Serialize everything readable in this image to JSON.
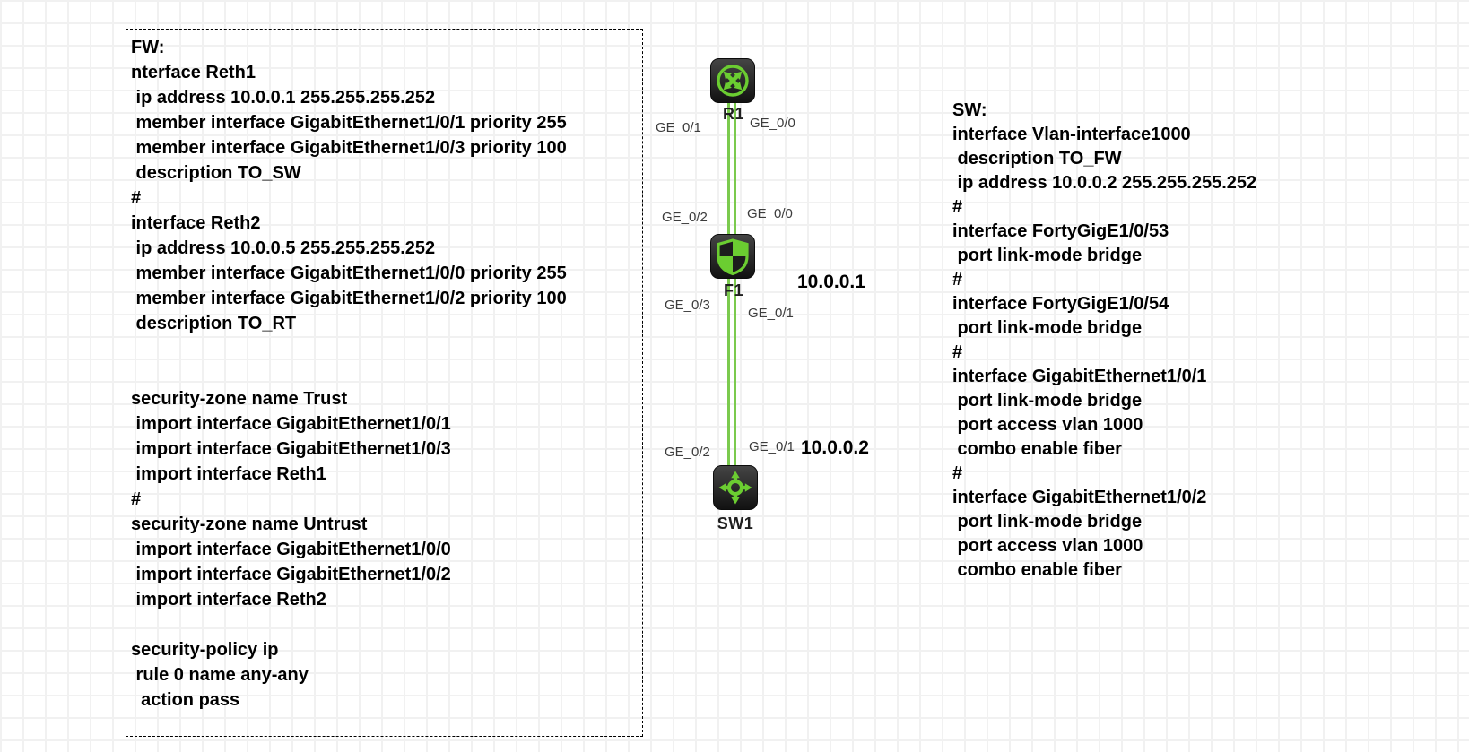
{
  "fw_config": {
    "lines": [
      "FW:",
      "nterface Reth1",
      " ip address 10.0.0.1 255.255.255.252",
      " member interface GigabitEthernet1/0/1 priority 255",
      " member interface GigabitEthernet1/0/3 priority 100",
      " description TO_SW",
      "#",
      "interface Reth2",
      " ip address 10.0.0.5 255.255.255.252",
      " member interface GigabitEthernet1/0/0 priority 255",
      " member interface GigabitEthernet1/0/2 priority 100",
      " description TO_RT",
      "",
      "",
      "security-zone name Trust",
      " import interface GigabitEthernet1/0/1",
      " import interface GigabitEthernet1/0/3",
      " import interface Reth1",
      "#",
      "security-zone name Untrust",
      " import interface GigabitEthernet1/0/0",
      " import interface GigabitEthernet1/0/2",
      " import interface Reth2",
      "",
      "security-policy ip",
      " rule 0 name any-any",
      "  action pass"
    ]
  },
  "sw_config": {
    "lines": [
      "SW:",
      "interface Vlan-interface1000",
      " description TO_FW",
      " ip address 10.0.0.2 255.255.255.252",
      "#",
      "interface FortyGigE1/0/53",
      " port link-mode bridge",
      "#",
      "interface FortyGigE1/0/54",
      " port link-mode bridge",
      "#",
      "interface GigabitEthernet1/0/1",
      " port link-mode bridge",
      " port access vlan 1000",
      " combo enable fiber",
      "#",
      "interface GigabitEthernet1/0/2",
      " port link-mode bridge",
      " port access vlan 1000",
      " combo enable fiber"
    ]
  },
  "topology": {
    "nodes": [
      {
        "label": "R1",
        "type": "router"
      },
      {
        "label": "F1",
        "type": "firewall"
      },
      {
        "label": "SW1",
        "type": "switch"
      }
    ],
    "port_labels": [
      {
        "text": "GE_0/1"
      },
      {
        "text": "GE_0/0"
      },
      {
        "text": "GE_0/2"
      },
      {
        "text": "GE_0/0"
      },
      {
        "text": "GE_0/3"
      },
      {
        "text": "GE_0/1"
      },
      {
        "text": "GE_0/2"
      },
      {
        "text": "GE_0/1"
      }
    ],
    "ip_labels": [
      {
        "text": "10.0.0.1"
      },
      {
        "text": "10.0.0.2"
      }
    ]
  },
  "colors": {
    "link_green": "#7bca4e",
    "icon_green": "#6bcd31",
    "icon_bg": "#1a1a1a",
    "grid_line": "#f1f1f1"
  }
}
